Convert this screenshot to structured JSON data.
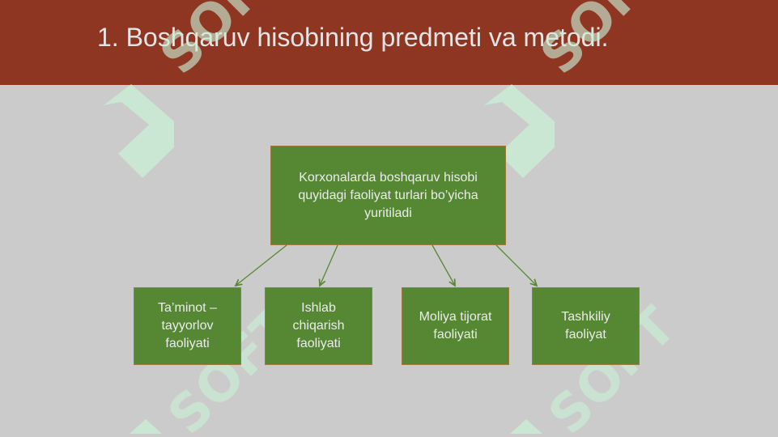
{
  "slide": {
    "title": "1. Boshqaruv hisobining predmeti va metodi.",
    "colors": {
      "header": "#8e3621",
      "background": "#cbcbcb",
      "box": "#568834",
      "box_border": "#a0783e"
    }
  },
  "diagram": {
    "root": "Korxonalarda boshqaruv hisobi quyidagi faoliyat turlari bo’yicha yuritiladi",
    "children": [
      "Ta’minot – tayyorlov faoliyati",
      "Ishlab chiqarish faoliyati",
      "Moliya tijorat faoliyati",
      "Tashkiliy faoliyat"
    ]
  },
  "watermark": {
    "text": "SOFT",
    "icon": "logo-icon"
  }
}
